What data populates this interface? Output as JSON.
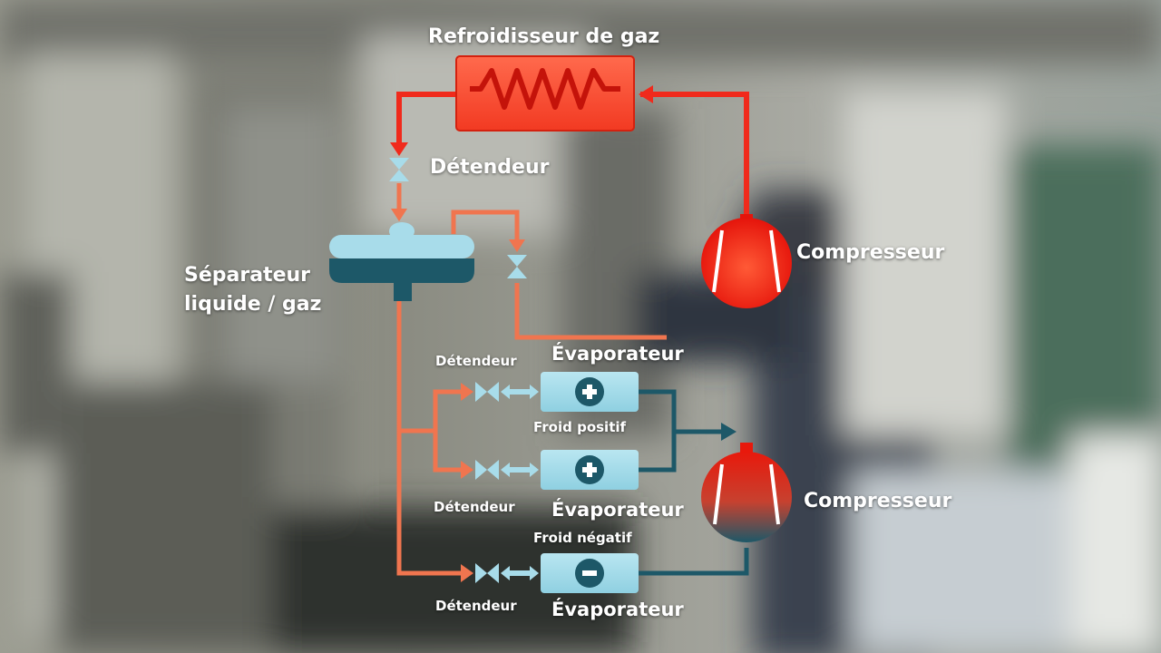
{
  "colors": {
    "hot_red": "#f02a1c",
    "warm_orange": "#f0754f",
    "cold_blue": "#1d5868",
    "light_cyan": "#a8dcea",
    "label_white": "#ffffff"
  },
  "labels": {
    "gas_cooler": "Refroidisseur de gaz",
    "expansion_valve_top": "Détendeur",
    "separator": [
      "Séparateur",
      "liquide / gaz"
    ],
    "compressor_top": "Compresseur",
    "evaporator_1": "Évaporateur",
    "expansion_valve_1": "Détendeur",
    "positive_cold": "Froid positif",
    "expansion_valve_2": "Détendeur",
    "evaporator_2": "Évaporateur",
    "compressor_bottom": "Compresseur",
    "negative_cold": "Froid négatif",
    "expansion_valve_3": "Détendeur",
    "evaporator_3": "Évaporateur"
  },
  "icons": {
    "gas_cooler": "heat-exchanger-coil-icon",
    "valve": "expansion-valve-icon",
    "separator": "liquid-gas-separator-icon",
    "compressor": "compressor-icon",
    "evaporator_plus": "plus-icon",
    "evaporator_minus": "minus-icon"
  }
}
